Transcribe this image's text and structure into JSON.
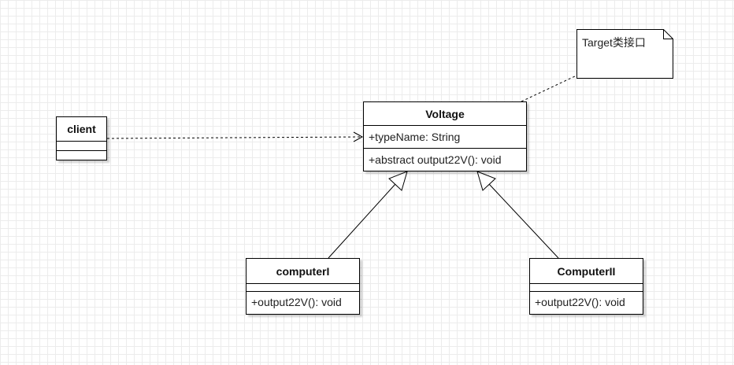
{
  "diagram": {
    "note": {
      "text": "Target类接口"
    },
    "classes": {
      "voltage": {
        "name": "Voltage",
        "attributes": [
          "+typeName: String"
        ],
        "operations": [
          "+abstract output22V(): void"
        ]
      },
      "client": {
        "name": "client"
      },
      "computer_one": {
        "name": "computerI",
        "operations": [
          "+output22V(): void"
        ]
      },
      "computer_two": {
        "name": "ComputerII",
        "operations": [
          "+output22V(): void"
        ]
      }
    }
  }
}
